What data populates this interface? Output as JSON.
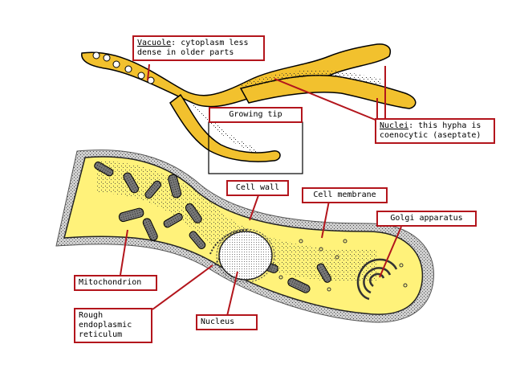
{
  "colors": {
    "label_border": "#b3151c",
    "hypha_fill": "#f2c12e",
    "cell_fill": "#fff27a",
    "cell_wall": "#9a9a9a",
    "organelle": "#555555"
  },
  "labels": {
    "vacuole": {
      "term": "Vacuole",
      "rest": ": cytoplasm less",
      "line2": "dense in older parts"
    },
    "growing_tip": "Growing tip",
    "nuclei": {
      "term": "Nuclei",
      "rest": ": this hypha is",
      "line2": "coenocytic (aseptate)"
    },
    "cell_wall": "Cell wall",
    "cell_membrane": "Cell membrane",
    "golgi": "Golgi apparatus",
    "mitochondrion": "Mitochondrion",
    "rough_er": {
      "line1": "Rough",
      "line2": "endoplasmic",
      "line3": "reticulum"
    },
    "nucleus": "Nucleus"
  }
}
